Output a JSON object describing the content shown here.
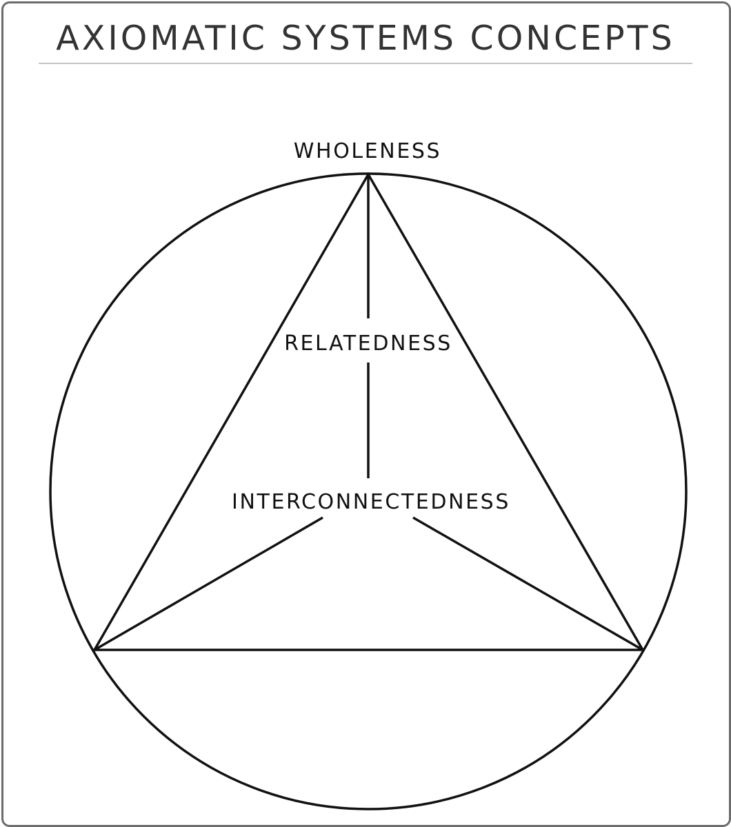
{
  "title": "AXIOMATIC SYSTEMS CONCEPTS",
  "nodes": {
    "top": "WHOLENESS",
    "middle": "RELATEDNESS",
    "center": "INTERCONNECTEDNESS"
  }
}
